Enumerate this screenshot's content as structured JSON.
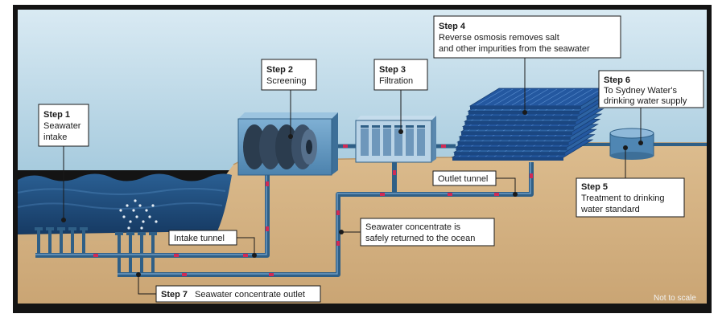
{
  "steps": {
    "s1": {
      "title": "Step 1",
      "line1": "Seawater",
      "line2": "intake"
    },
    "s2": {
      "title": "Step 2",
      "line1": "Screening"
    },
    "s3": {
      "title": "Step 3",
      "line1": "Filtration"
    },
    "s4": {
      "title": "Step 4",
      "line1": "Reverse osmosis removes salt",
      "line2": "and other impurities from the seawater"
    },
    "s5": {
      "title": "Step 5",
      "line1": "Treatment to drinking",
      "line2": "water standard"
    },
    "s6": {
      "title": "Step 6",
      "line1": "To Sydney Water's",
      "line2": "drinking water supply"
    },
    "s7": {
      "title": "Step 7",
      "text": "Seawater concentrate outlet"
    }
  },
  "labels": {
    "intake_tunnel": "Intake tunnel",
    "outlet_tunnel": "Outlet tunnel",
    "concentrate_line1": "Seawater concentrate is",
    "concentrate_line2": "safely returned to the ocean",
    "scale_note": "Not to scale"
  },
  "colors": {
    "frame": "#141414",
    "sky_top": "#cfe3ee",
    "sky_bottom": "#a9cde0",
    "ground": "#d9b98a",
    "sea": "#1f4a7a",
    "pipe": "#2f5f86",
    "flow_marker": "#d02a55"
  }
}
